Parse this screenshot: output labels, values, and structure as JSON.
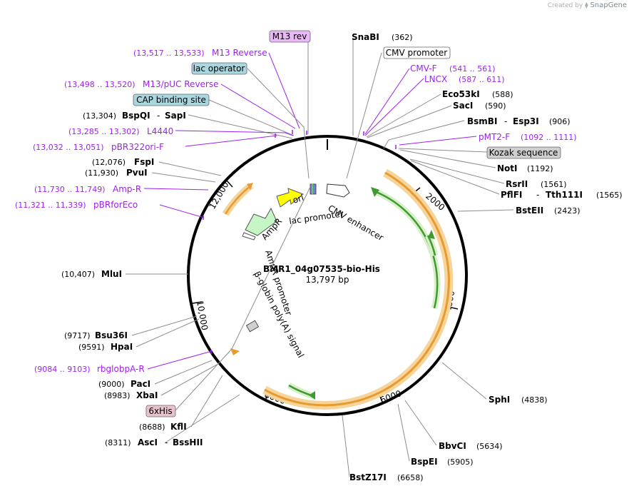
{
  "credit": {
    "created_by": "Created by",
    "brand": "SnapGene"
  },
  "plasmid": {
    "name": "BMR1_04g07535-bio-His",
    "length_label": "13,797 bp"
  },
  "scale_labels": [
    "2000",
    "4000",
    "6000",
    "8000",
    "10,000",
    "12,000"
  ],
  "colors": {
    "primer": "#a020f0",
    "feature_cyan": "#a9d6df",
    "feature_purple": "#e9b8f6",
    "feature_gray": "#cfcfcf",
    "feature_pink": "#e8c3cc",
    "orf_orange": "#f0a640",
    "orf_green": "#5aa84a",
    "ampr_green": "#c6f5c6",
    "ori_yellow": "#ffff00"
  },
  "left_labels": [
    {
      "pos": "(13,517 .. 13,533)",
      "name": "M13 Reverse",
      "kind": "primer"
    },
    {
      "name": "lac operator",
      "kind": "box_cyan"
    },
    {
      "pos": "(13,498 .. 13,520)",
      "name": "M13/pUC Reverse",
      "kind": "primer"
    },
    {
      "name": "CAP binding site",
      "kind": "box_cyan"
    },
    {
      "pos": "(13,304)",
      "name": "BspQI",
      "name2": "SapI",
      "kind": "site2"
    },
    {
      "pos": "(13,285 .. 13,302)",
      "name": "L4440",
      "kind": "primer"
    },
    {
      "pos": "(13,032 .. 13,051)",
      "name": "pBR322ori-F",
      "kind": "primer"
    },
    {
      "pos": "(12,076)",
      "name": "FspI",
      "kind": "site"
    },
    {
      "pos": "(11,930)",
      "name": "PvuI",
      "kind": "site"
    },
    {
      "pos": "(11,730 .. 11,749)",
      "name": "Amp-R",
      "kind": "primer"
    },
    {
      "pos": "(11,321 .. 11,339)",
      "name": "pBRforEco",
      "kind": "primer"
    },
    {
      "pos": "(10,407)",
      "name": "MluI",
      "kind": "site"
    },
    {
      "pos": "(9717)",
      "name": "Bsu36I",
      "kind": "site"
    },
    {
      "pos": "(9591)",
      "name": "HpaI",
      "kind": "site"
    },
    {
      "pos": "(9084 .. 9103)",
      "name": "rbglobpA-R",
      "kind": "primer"
    },
    {
      "pos": "(9000)",
      "name": "PacI",
      "kind": "site"
    },
    {
      "pos": "(8983)",
      "name": "XbaI",
      "kind": "site"
    },
    {
      "name": "6xHis",
      "kind": "box_pink"
    },
    {
      "pos": "(8688)",
      "name": "KflI",
      "kind": "site"
    },
    {
      "pos": "(8311)",
      "name": "AscI",
      "name2": "BssHII",
      "kind": "site2"
    }
  ],
  "top_labels": [
    {
      "name": "M13 rev",
      "kind": "box_purple"
    },
    {
      "name": "SnaBI",
      "pos": "(362)",
      "kind": "site"
    },
    {
      "name": "CMV promoter",
      "kind": "box_white"
    }
  ],
  "right_labels": [
    {
      "name": "CMV-F",
      "pos": "(541 .. 561)",
      "kind": "primer"
    },
    {
      "name": "LNCX",
      "pos": "(587 .. 611)",
      "kind": "primer"
    },
    {
      "name": "Eco53kI",
      "pos": "(588)",
      "kind": "site"
    },
    {
      "name": "SacI",
      "pos": "(590)",
      "kind": "site"
    },
    {
      "name": "BsmBI",
      "name2": "Esp3I",
      "pos": "(906)",
      "kind": "site2"
    },
    {
      "name": "pMT2-F",
      "pos": "(1092 .. 1111)",
      "kind": "primer"
    },
    {
      "name": "Kozak sequence",
      "kind": "box_gray"
    },
    {
      "name": "NotI",
      "pos": "(1192)",
      "kind": "site"
    },
    {
      "name": "RsrII",
      "pos": "(1561)",
      "kind": "site"
    },
    {
      "name": "PflFI",
      "name2": "Tth111I",
      "pos": "(1565)",
      "kind": "site2"
    },
    {
      "name": "BstEII",
      "pos": "(2423)",
      "kind": "site"
    }
  ],
  "bottom_labels": [
    {
      "name": "SphI",
      "pos": "(4838)",
      "kind": "site"
    },
    {
      "name": "BbvCI",
      "pos": "(5634)",
      "kind": "site"
    },
    {
      "name": "BspEI",
      "pos": "(5905)",
      "kind": "site"
    },
    {
      "name": "BstZ17I",
      "pos": "(6658)",
      "kind": "site"
    }
  ],
  "inner_labels": {
    "ori": "ori",
    "lac_promoter": "lac promoter",
    "cmv_enhancer": "CMV enhancer",
    "ampr": "AmpR",
    "ampr_promoter": "AmpR promoter",
    "beta_globin": "β-globin poly(A) signal"
  }
}
